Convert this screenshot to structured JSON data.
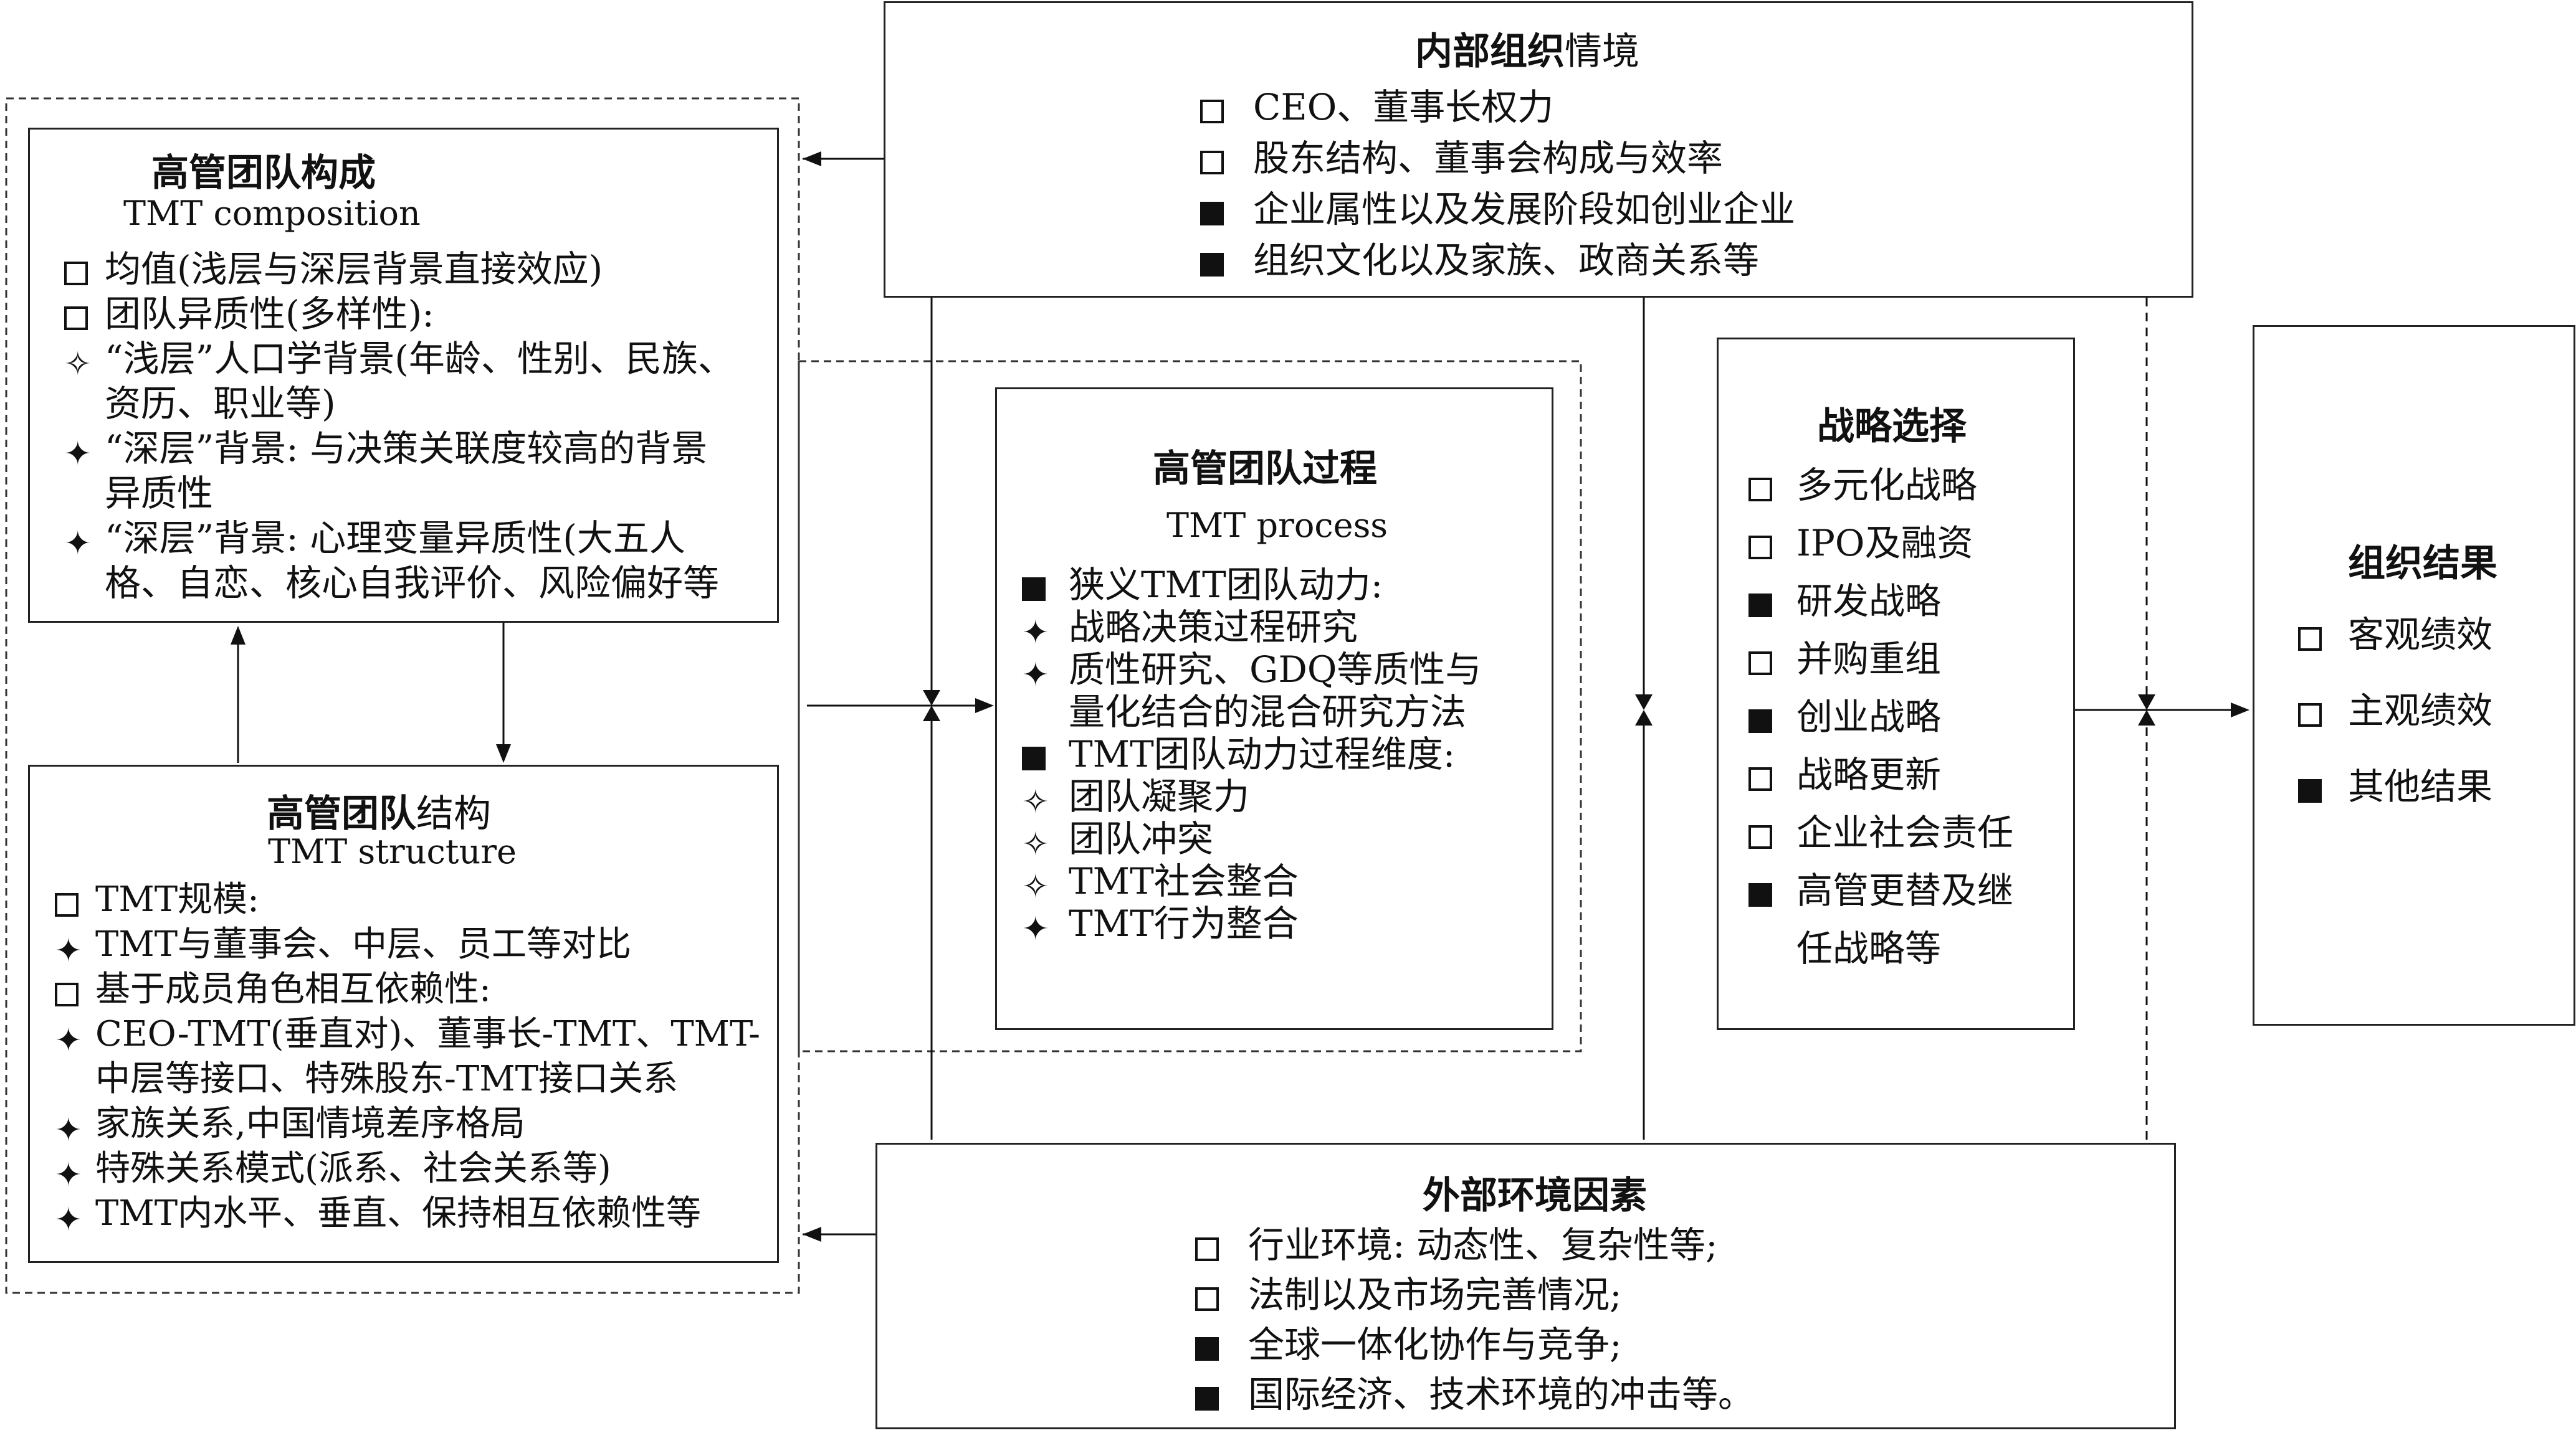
{
  "composition": {
    "title": "高管团队构成",
    "subtitle": "TMT composition",
    "lines": [
      {
        "symbol": "open",
        "text": "均值(浅层与深层背景直接效应)"
      },
      {
        "symbol": "open",
        "text": "团队异质性(多样性):"
      },
      {
        "symbol": "star-open",
        "text": "“浅层”人口学背景(年龄、性别、民族、"
      },
      {
        "symbol": "",
        "text": "资历、职业等)"
      },
      {
        "symbol": "star-filled",
        "text": "“深层”背景: 与决策关联度较高的背景"
      },
      {
        "symbol": "",
        "text": "异质性"
      },
      {
        "symbol": "star-filled",
        "text": "“深层”背景: 心理变量异质性(大五人"
      },
      {
        "symbol": "",
        "text": "格、自恋、核心自我评价、风险偏好等"
      }
    ]
  },
  "structure": {
    "title_bold": "高管团队",
    "title_rest": "结构",
    "subtitle": "TMT structure",
    "lines": [
      {
        "symbol": "open",
        "text": "TMT规模:"
      },
      {
        "symbol": "star-filled",
        "text": "TMT与董事会、中层、员工等对比"
      },
      {
        "symbol": "open",
        "text": "基于成员角色相互依赖性:"
      },
      {
        "symbol": "star-filled",
        "text": "CEO-TMT(垂直对)、董事长-TMT、TMT-"
      },
      {
        "symbol": "",
        "text": "中层等接口、特殊股东-TMT接口关系"
      },
      {
        "symbol": "star-filled",
        "text": "家族关系,中国情境差序格局"
      },
      {
        "symbol": "star-filled",
        "text": "特殊关系模式(派系、社会关系等)"
      },
      {
        "symbol": "star-filled",
        "text": "TMT内水平、垂直、保持相互依赖性等"
      }
    ]
  },
  "internal": {
    "title_bold": "内部组织",
    "title_rest": "情境",
    "lines": [
      {
        "symbol": "open",
        "text": "CEO、董事长权力"
      },
      {
        "symbol": "open",
        "text": "股东结构、董事会构成与效率"
      },
      {
        "symbol": "filled",
        "text": "企业属性以及发展阶段如创业企业"
      },
      {
        "symbol": "filled",
        "text": "组织文化以及家族、政商关系等"
      }
    ]
  },
  "process": {
    "title": "高管团队过程",
    "subtitle": "TMT process",
    "lines": [
      {
        "symbol": "filled",
        "text": "狭义TMT团队动力:"
      },
      {
        "symbol": "star-filled",
        "text": "战略决策过程研究"
      },
      {
        "symbol": "star-filled",
        "text": "质性研究、GDQ等质性与"
      },
      {
        "symbol": "",
        "text": "量化结合的混合研究方法"
      },
      {
        "symbol": "filled",
        "text": "TMT团队动力过程维度:"
      },
      {
        "symbol": "star-open",
        "text": "团队凝聚力"
      },
      {
        "symbol": "star-open",
        "text": "团队冲突"
      },
      {
        "symbol": "star-open",
        "text": "TMT社会整合"
      },
      {
        "symbol": "star-filled",
        "text": "TMT行为整合"
      }
    ]
  },
  "strategy": {
    "title": "战略选择",
    "lines": [
      {
        "symbol": "open",
        "text": "多元化战略"
      },
      {
        "symbol": "open",
        "text": "IPO及融资"
      },
      {
        "symbol": "filled",
        "text": "研发战略"
      },
      {
        "symbol": "open",
        "text": "并购重组"
      },
      {
        "symbol": "filled",
        "text": "创业战略"
      },
      {
        "symbol": "open",
        "text": "战略更新"
      },
      {
        "symbol": "open",
        "text": "企业社会责任"
      },
      {
        "symbol": "filled",
        "text": "高管更替及继"
      },
      {
        "symbol": "",
        "text": "任战略等"
      }
    ]
  },
  "outcome": {
    "title": "组织结果",
    "lines": [
      {
        "symbol": "open",
        "text": "客观绩效"
      },
      {
        "symbol": "open",
        "text": "主观绩效"
      },
      {
        "symbol": "filled",
        "text": "其他结果"
      }
    ]
  },
  "external": {
    "title": "外部环境因素",
    "lines": [
      {
        "symbol": "open",
        "text": "行业环境: 动态性、复杂性等;"
      },
      {
        "symbol": "open",
        "text": "法制以及市场完善情况;"
      },
      {
        "symbol": "filled",
        "text": "全球一体化协作与竞争;"
      },
      {
        "symbol": "filled",
        "text": "国际经济、技术环境的冲击等。"
      }
    ]
  }
}
